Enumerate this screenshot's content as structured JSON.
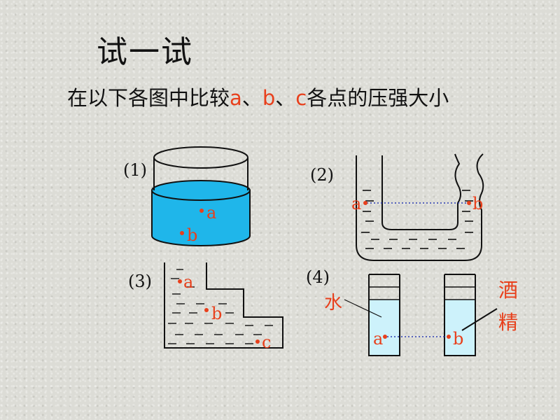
{
  "slide": {
    "title": "试一试",
    "subtitle": {
      "prefix": "在以下各图中比较",
      "point_a": "a",
      "sep1": "、",
      "point_b": "b",
      "sep2": "、",
      "point_c": "c",
      "suffix": "各点的压强大小"
    }
  },
  "figures": {
    "fig1": {
      "label": "(1)",
      "point_a": "a",
      "point_b": "b"
    },
    "fig2": {
      "label": "(2)",
      "point_a": "a",
      "point_b": "b"
    },
    "fig3": {
      "label": "(3)",
      "point_a": "a",
      "point_b": "b",
      "point_c": "c"
    },
    "fig4": {
      "label": "(4)",
      "point_a": "a",
      "point_b": "b",
      "water_label": "水",
      "alcohol_label_1": "酒",
      "alcohol_label_2": "精"
    }
  },
  "colors": {
    "accent_red": "#e8401c",
    "water_fill_dark": "#1fb6ea",
    "water_fill_light": "#cdf2fb",
    "dotted_line": "#2a3bb0"
  }
}
